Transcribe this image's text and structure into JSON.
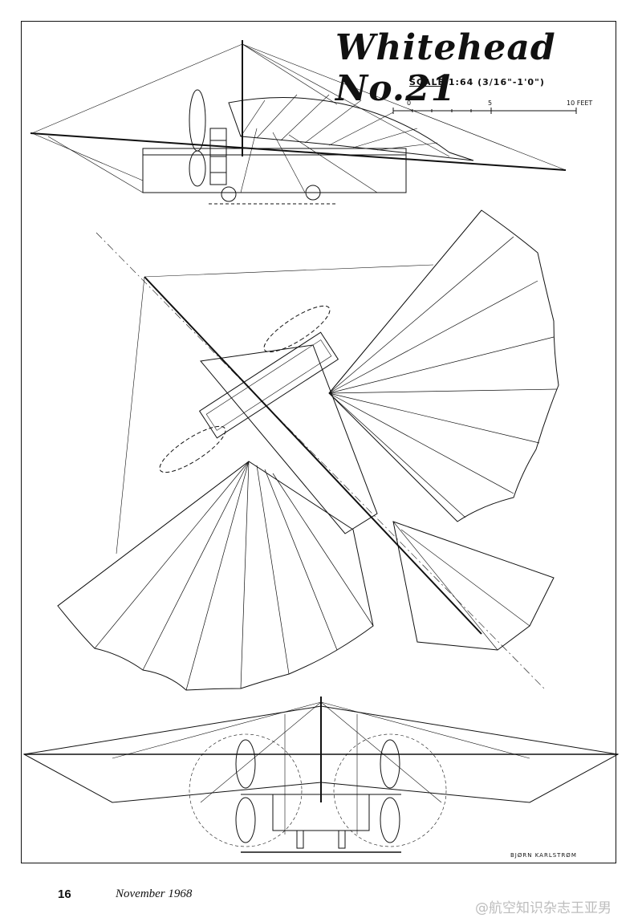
{
  "title": "Whitehead No.21",
  "scale": {
    "prefix": "SCALE",
    "ratio": "1:64",
    "detail": "(3/16\"-1'0\")",
    "bar_labels": [
      "0",
      "5",
      "10 FEET"
    ]
  },
  "signature": "BJØRN KARLSTRØM",
  "footer": {
    "page_number": "16",
    "date": "November 1968"
  },
  "watermark": "@航空知识杂志王亚男",
  "colors": {
    "ink": "#111111",
    "paper": "#ffffff",
    "watermark": "#bdbdbd"
  }
}
